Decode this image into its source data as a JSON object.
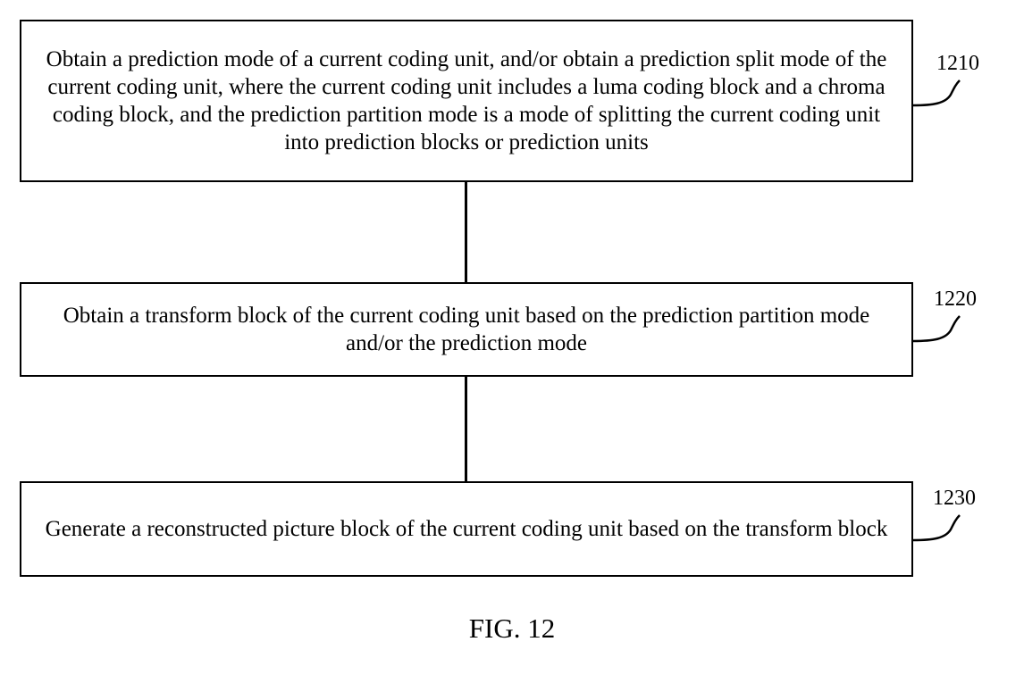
{
  "steps": [
    {
      "ref": "1210",
      "text": "Obtain a prediction mode of a current coding unit, and/or obtain a prediction split mode of the current coding unit, where the current coding unit includes a luma coding block and a chroma coding block, and the prediction partition mode is a mode of splitting the current coding unit into prediction blocks or prediction units"
    },
    {
      "ref": "1220",
      "text": "Obtain a transform block of the current coding unit based on the prediction partition mode and/or the prediction mode"
    },
    {
      "ref": "1230",
      "text": "Generate a reconstructed picture block of the current coding unit based on the transform block"
    }
  ],
  "caption": "FIG. 12"
}
